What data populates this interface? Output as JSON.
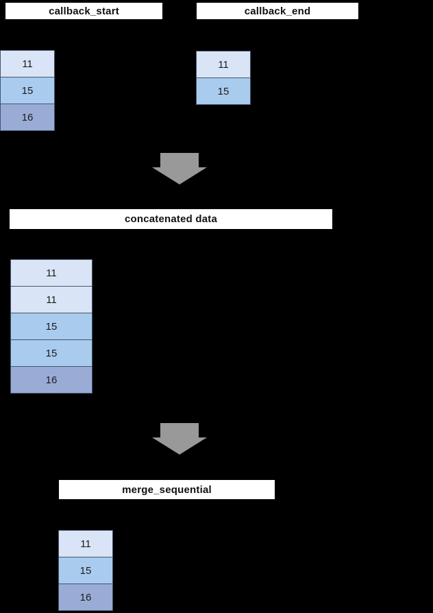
{
  "colors": {
    "background": "#000000",
    "header_bg": "#ffffff",
    "header_text": "#111111",
    "cell_border": "#44546a",
    "arrow_gray": "#999999",
    "value_11": "#d9e5f6",
    "value_15": "#a9cbee",
    "value_16": "#9aacd6"
  },
  "icons": {
    "flow_arrow": "down-arrow"
  },
  "sections": {
    "callback_start": {
      "title": "callback_start",
      "values": [
        11,
        15,
        16
      ]
    },
    "callback_end": {
      "title": "callback_end",
      "values": [
        11,
        15
      ]
    },
    "concatenated": {
      "title": "concatenated data",
      "values": [
        11,
        11,
        15,
        15,
        16
      ]
    },
    "merge": {
      "title": "merge_sequential",
      "values": [
        11,
        15,
        16
      ]
    }
  }
}
